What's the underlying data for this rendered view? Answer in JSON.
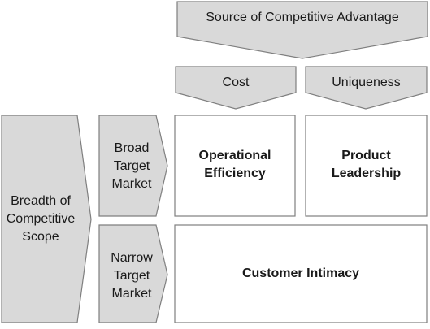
{
  "header": {
    "source_label": "Source of Competitive Advantage",
    "cost_label": "Cost",
    "uniqueness_label": "Uniqueness"
  },
  "rows": {
    "scope_label": "Breadth of\nCompetitive\nScope",
    "broad_label": "Broad\nTarget\nMarket",
    "narrow_label": "Narrow\nTarget\nMarket"
  },
  "cells": {
    "operational_label": "Operational\nEfficiency",
    "product_label": "Product\nLeadership",
    "intimacy_label": "Customer Intimacy"
  },
  "colors": {
    "arrow_fill": "#d9d9d9",
    "stroke": "#7f7f7f",
    "text": "#1a1a1a"
  }
}
